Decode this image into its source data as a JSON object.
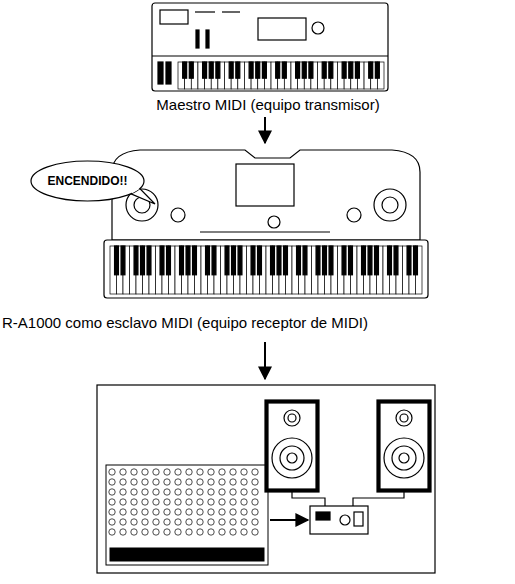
{
  "diagram": {
    "nodes": [
      {
        "text": [
          "ENCENDIDO!!"
        ]
      }
    ],
    "labels": [
      "Maestro MIDI (equipo transmisor)",
      "R-A1000 como esclavo MIDI (equipo receptor de MIDI)"
    ]
  }
}
